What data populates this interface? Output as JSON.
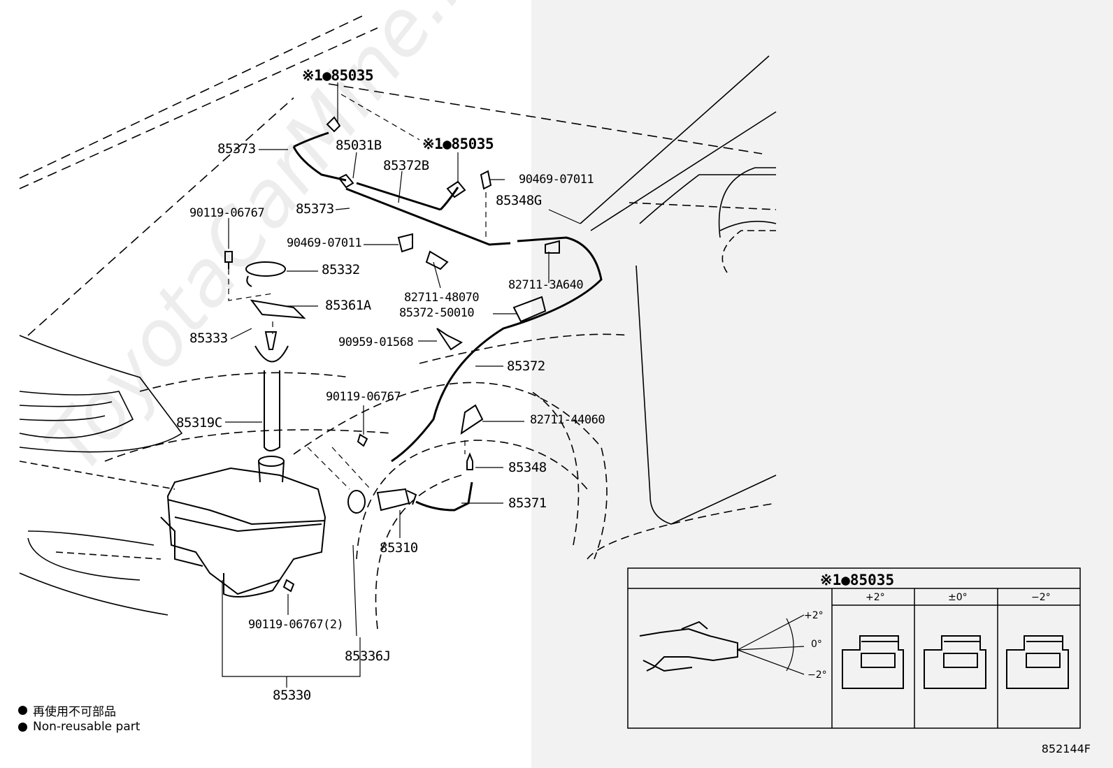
{
  "watermark": "ToyotaCarMine.ru",
  "callouts": {
    "c85035a": "※1●85035",
    "c85373a": "85373",
    "c85031B": "85031B",
    "c85035b": "※1●85035",
    "c85372B": "85372B",
    "c90469a": "90469-07011",
    "c85348G": "85348G",
    "c85373b": "85373",
    "c90119a": "90119-06767",
    "c90469b": "90469-07011",
    "c85332": "85332",
    "c82711_48070": "82711-48070",
    "c82711_3A640": "82711-3A640",
    "c85361A": "85361A",
    "c85372_50010": "85372-50010",
    "c85333": "85333",
    "c90959": "90959-01568",
    "c85372": "85372",
    "c90119b": "90119-06767",
    "c85319C": "85319C",
    "c82711_44060": "82711-44060",
    "c85348": "85348",
    "c85371": "85371",
    "c85310": "85310",
    "c90119c": "90119-06767(2)",
    "c85336J": "85336J",
    "c85330": "85330"
  },
  "inset": {
    "title": "※1●85035",
    "columns": [
      "+2°",
      "±0°",
      "−2°"
    ],
    "angles": [
      "+2°",
      "0°",
      "−2°"
    ]
  },
  "legend": {
    "jp": "再使用不可部品",
    "en": "Non-reusable part"
  },
  "diagram_code": "852144F"
}
